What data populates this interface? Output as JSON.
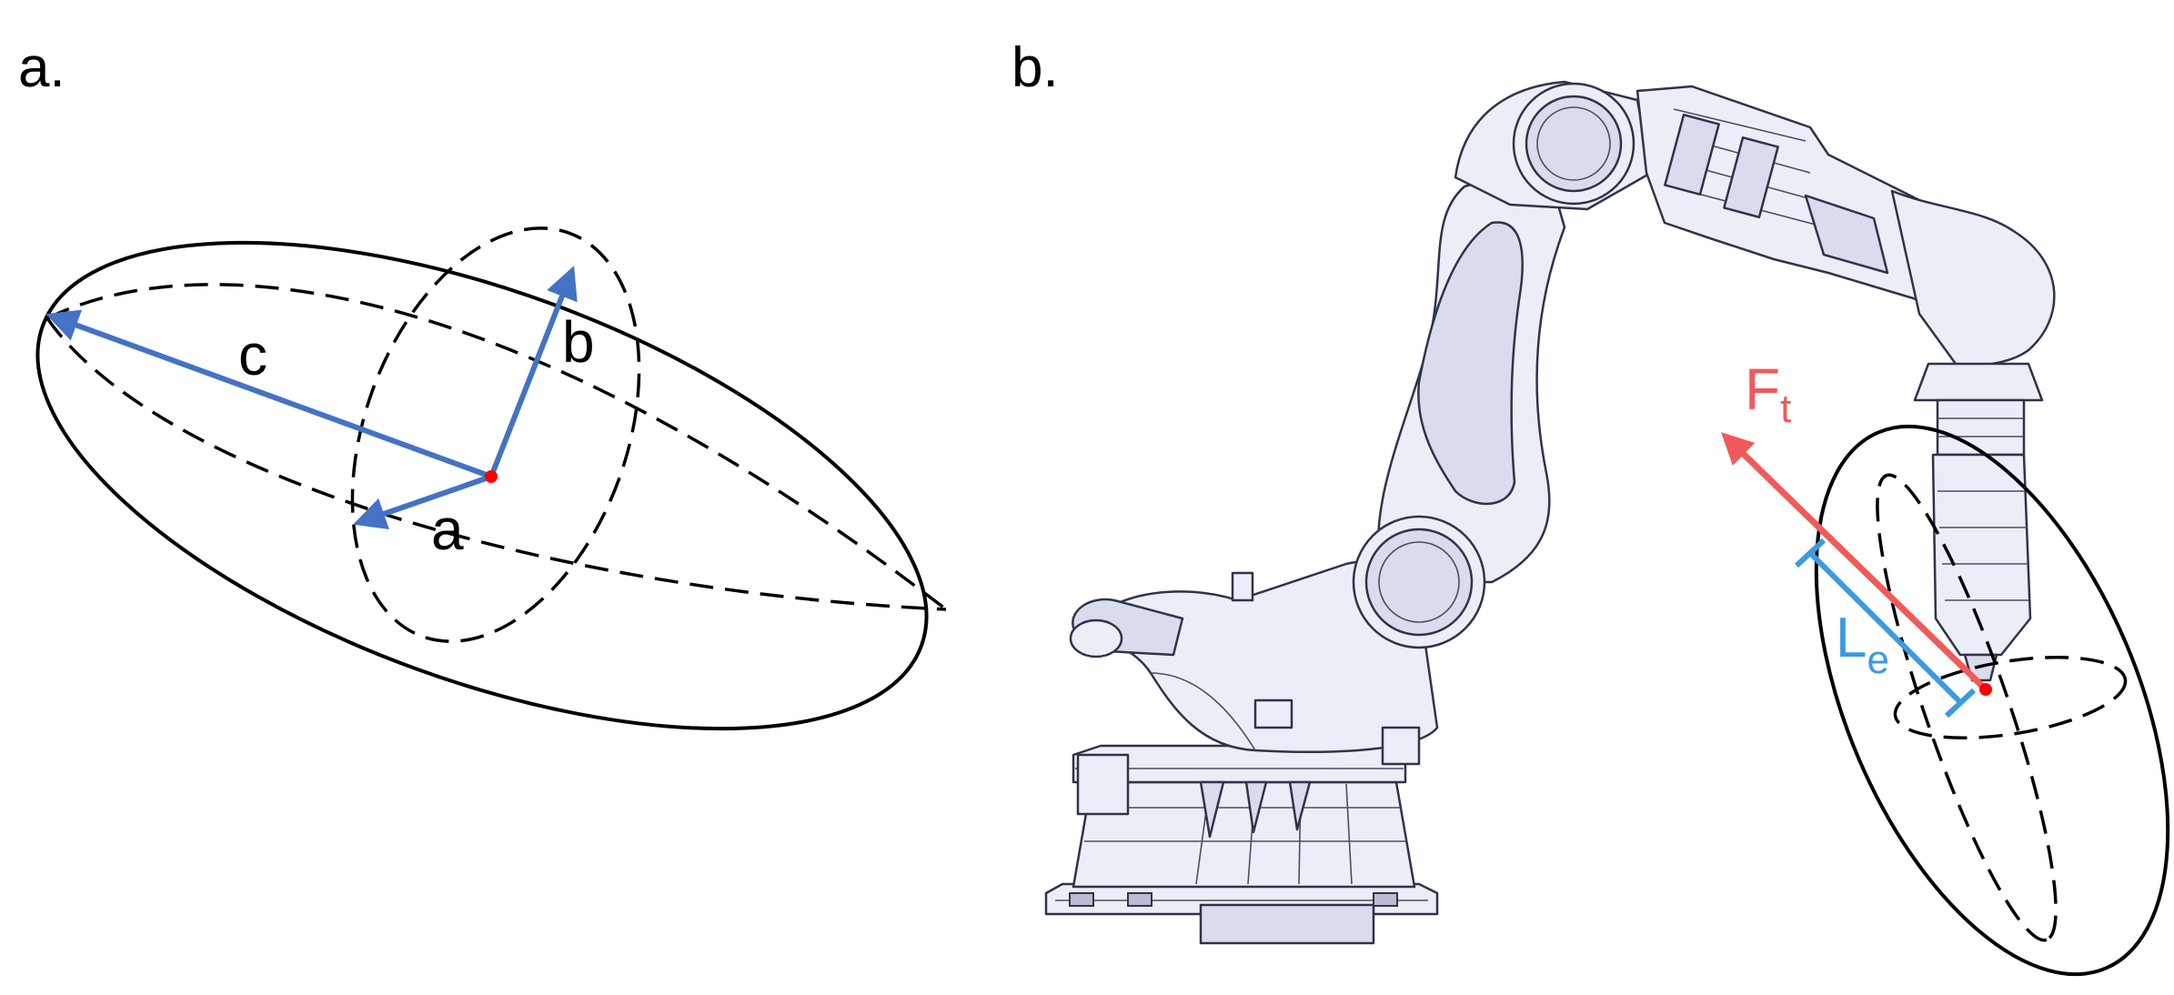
{
  "panels": {
    "a": {
      "label": "a.",
      "axis_labels": {
        "c": "c",
        "b": "b",
        "a": "a"
      },
      "colors": {
        "axis_arrow": "#4472c4",
        "center_point": "#ff0000",
        "outline": "#000000"
      }
    },
    "b": {
      "label": "b.",
      "force": {
        "symbol": "F",
        "subscript": "t",
        "color": "#f05a5a"
      },
      "length": {
        "symbol": "L",
        "subscript": "e",
        "color": "#3c9ae0"
      },
      "robot_fill_color": "#eceef7"
    }
  }
}
